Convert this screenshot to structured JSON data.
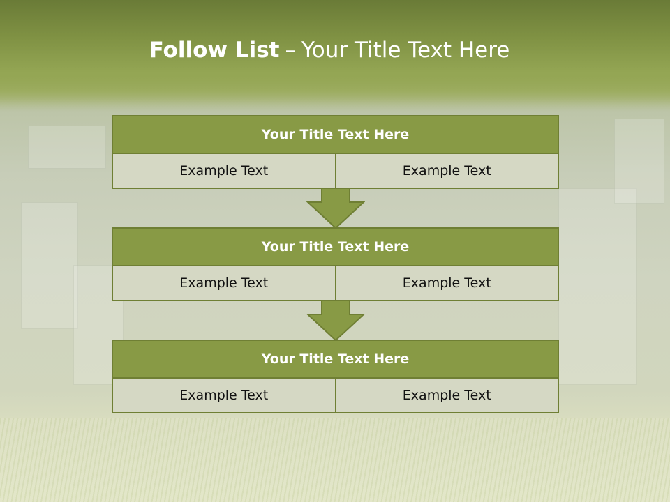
{
  "slide": {
    "title_bold": "Follow List",
    "title_sep": "–",
    "title_rest": "Your Title Text Here"
  },
  "steps": [
    {
      "title": "Your Title Text Here",
      "left": "Example Text",
      "right": "Example Text"
    },
    {
      "title": "Your Title Text Here",
      "left": "Example Text",
      "right": "Example Text"
    },
    {
      "title": "Your Title Text Here",
      "left": "Example Text",
      "right": "Example Text"
    }
  ],
  "colors": {
    "header_fill": "#889a45",
    "border": "#6f7f34",
    "cell_fill": "#d5d8c4",
    "title_text": "#ffffff"
  },
  "icons": [
    "arrow-down-icon",
    "arrow-down-icon"
  ]
}
